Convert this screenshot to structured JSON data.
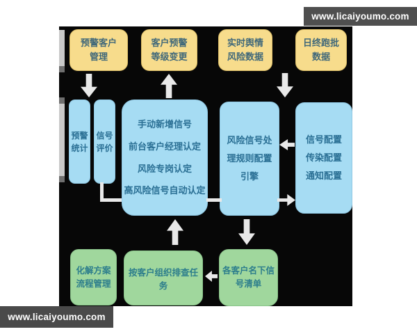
{
  "watermarks": {
    "top": "www.licaiyoumo.com",
    "bottom": "www.licaiyoumo.com"
  },
  "colors": {
    "canvas_background": "#070707",
    "yellow_node": "#f7dc8c",
    "blue_node": "#a6dcf3",
    "green_node": "#a0d79d",
    "yellow_text": "#40687a",
    "blue_text": "#2a6f94",
    "green_text": "#2c7d8c",
    "arrow": "#e9e9e9",
    "watermark_background": "#4f4f4f",
    "watermark_text": "#ffffff"
  },
  "top_row": [
    {
      "label": "预警客户\n管理"
    },
    {
      "label": "客户预警\n等级变更"
    },
    {
      "label": "实时舆情\n风险数据"
    },
    {
      "label": "日终跑批\n数据"
    }
  ],
  "middle_row": {
    "warning_stats": "预警\n统计",
    "signal_evaluation": "信号\n评价",
    "signal_recognition": "手动新增信号\n前台客户经理认定\n风险专岗认定\n高风险信号自动认定",
    "rule_engine": "风险信号处\n理规则配置\n引擎",
    "configs": "信号配置\n传染配置\n通知配置"
  },
  "bottom_row": {
    "resolution": "化解方案\n流程管理",
    "investigation": "按客户组织排查任务",
    "signal_list": "各客户名下信\n号清单"
  }
}
